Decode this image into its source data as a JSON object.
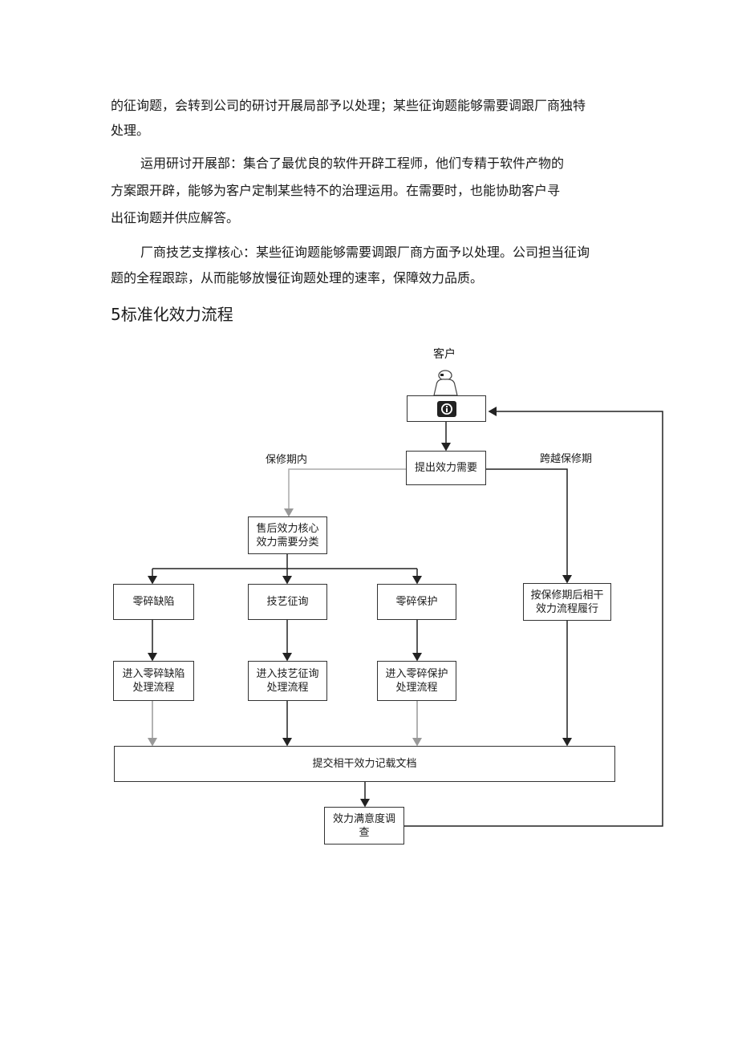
{
  "paragraphs": [
    [
      "的征询题，会转到公司的研讨开展局部予以处理；某些征询题能够需要调跟厂商独特",
      "处理。"
    ],
    [
      "运用研讨开展部：集合了最优良的软件开辟工程师，他们专精于软件产物的",
      "方案跟开辟，能够为客户定制某些特不的治理运用。在需要时，也能协助客户寻",
      "出征询题并供应解答。"
    ],
    [
      "厂商技艺支撑核心：某些征询题能够需要调跟厂商方面予以处理。公司担当征询",
      "题的全程跟踪，从而能够放慢征询题处理的速率，保障效力品质。"
    ]
  ],
  "section_title": "5标准化效力流程",
  "flow": {
    "customer_label": "客户",
    "request": "提出效力需要",
    "in_warranty": "保修期内",
    "out_warranty": "跨越保修期",
    "center": [
      "售后效力核心",
      "效力需要分类"
    ],
    "categories": [
      "零碎缺陷",
      "技艺征询",
      "零碎保护"
    ],
    "processes": [
      [
        "进入零碎缺陷",
        "处理流程"
      ],
      [
        "进入技艺征询",
        "处理流程"
      ],
      [
        "进入零碎保护",
        "处理流程"
      ]
    ],
    "out_process": [
      "按保修期后相干",
      "效力流程履行"
    ],
    "submit": "提交相干效力记载文档",
    "survey": [
      "效力满意度调",
      "查"
    ]
  }
}
